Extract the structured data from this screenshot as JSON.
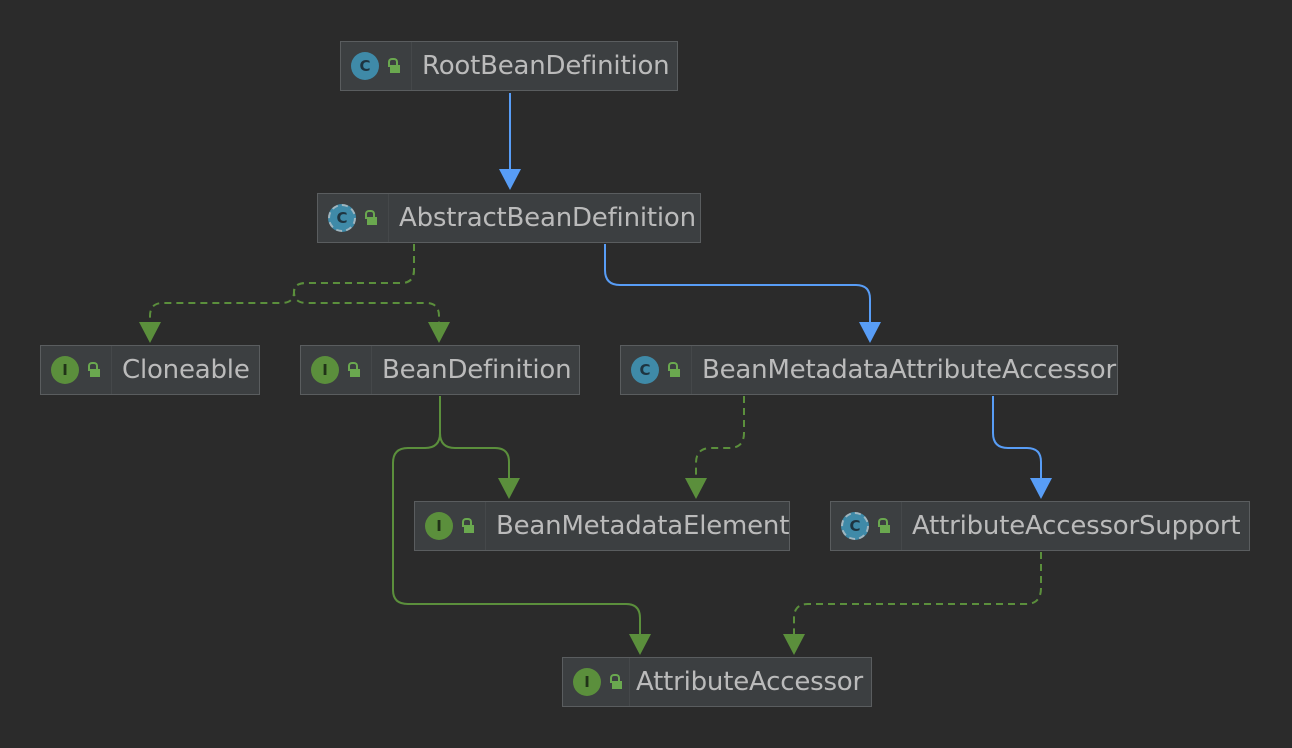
{
  "diagram": {
    "nodes": [
      {
        "id": "root",
        "name": "RootBeanDefinition",
        "kind": "class",
        "kind_letter": "C"
      },
      {
        "id": "abstract",
        "name": "AbstractBeanDefinition",
        "kind": "abstract",
        "kind_letter": "C"
      },
      {
        "id": "cloneable",
        "name": "Cloneable",
        "kind": "interface",
        "kind_letter": "I"
      },
      {
        "id": "beandef",
        "name": "BeanDefinition",
        "kind": "interface",
        "kind_letter": "I"
      },
      {
        "id": "bmaa",
        "name": "BeanMetadataAttributeAccessor",
        "kind": "class",
        "kind_letter": "C"
      },
      {
        "id": "bme",
        "name": "BeanMetadataElement",
        "kind": "interface",
        "kind_letter": "I"
      },
      {
        "id": "aas",
        "name": "AttributeAccessorSupport",
        "kind": "abstract",
        "kind_letter": "C"
      },
      {
        "id": "aa",
        "name": "AttributeAccessor",
        "kind": "interface",
        "kind_letter": "I"
      }
    ],
    "edges": [
      {
        "from": "root",
        "to": "abstract",
        "type": "extends"
      },
      {
        "from": "abstract",
        "to": "cloneable",
        "type": "implements"
      },
      {
        "from": "abstract",
        "to": "beandef",
        "type": "implements"
      },
      {
        "from": "abstract",
        "to": "bmaa",
        "type": "extends"
      },
      {
        "from": "beandef",
        "to": "bme",
        "type": "interface-extends"
      },
      {
        "from": "beandef",
        "to": "aa",
        "type": "interface-extends"
      },
      {
        "from": "bmaa",
        "to": "bme",
        "type": "implements"
      },
      {
        "from": "bmaa",
        "to": "aas",
        "type": "extends"
      },
      {
        "from": "aas",
        "to": "aa",
        "type": "implements"
      }
    ],
    "colors": {
      "background": "#2b2b2b",
      "extends": "#589df6",
      "implements": "#5b8f3c",
      "node_fill": "#3c3f41",
      "text": "#bbbbbb"
    }
  }
}
